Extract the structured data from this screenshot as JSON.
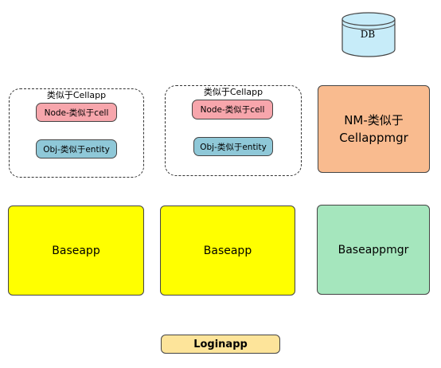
{
  "database": {
    "label": "DB",
    "fill": "#c7ecf9"
  },
  "cell_groups": [
    {
      "title": "类似于Cellapp",
      "node_label": "Node-类似于cell",
      "obj_label": "Obj-类似于entity"
    },
    {
      "title": "类似于Cellapp",
      "node_label": "Node-类似于cell",
      "obj_label": "Obj-类似于entity"
    }
  ],
  "nodemanager": {
    "line1": "NM-类似于",
    "line2": "Cellappmgr"
  },
  "baseapps": [
    {
      "label": "Baseapp"
    },
    {
      "label": "Baseapp"
    }
  ],
  "baseappmgr": {
    "label": "Baseappmgr"
  },
  "loginapp": {
    "label": "Loginapp"
  },
  "colors": {
    "node_chip": "#f7a6ac",
    "obj_chip": "#8fc8d8",
    "nodemanager": "#f9bb8f",
    "baseapp": "#ffff00",
    "baseappmgr": "#a5e6bd",
    "loginapp": "#fde49a"
  }
}
